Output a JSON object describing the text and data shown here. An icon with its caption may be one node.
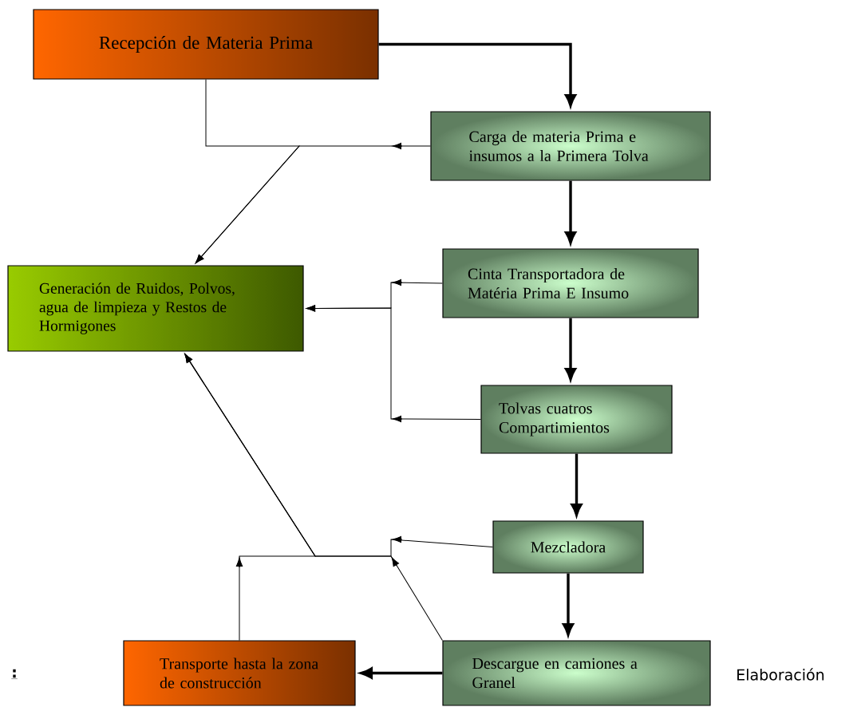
{
  "diagram": {
    "nodes": [
      {
        "text": [
          "Recepción de Materia Prima"
        ]
      },
      {
        "text": [
          "Carga de materia Prima e insumos a la Primera Tolva"
        ]
      },
      {
        "text": [
          "Cinta Transportadora de Matéria Prima E Insumo"
        ]
      },
      {
        "text": [
          "Tolvas cuatros Compartimientos"
        ]
      },
      {
        "text": [
          "Mezcladora"
        ]
      },
      {
        "text": [
          "Generación de Ruidos, Polvos, agua de limpieza y Restos de Hormigones"
        ]
      },
      {
        "text": [
          "Transporte hasta la zona de construcción"
        ]
      },
      {
        "text": [
          "Descargue en camiones  a Granel"
        ]
      }
    ],
    "edges": [
      {
        "from": 0,
        "to": 1,
        "arrow": "to",
        "style": "thick"
      },
      {
        "from": 1,
        "to": 2,
        "arrow": "to",
        "style": "thick"
      },
      {
        "from": 2,
        "to": 3,
        "arrow": "to",
        "style": "thick"
      },
      {
        "from": 3,
        "to": 4,
        "arrow": "to",
        "style": "thick"
      },
      {
        "from": 4,
        "to": 7,
        "arrow": "to",
        "style": "thick"
      },
      {
        "from": 7,
        "to": 6,
        "arrow": "to",
        "style": "thick"
      },
      {
        "from": 0,
        "to": 5,
        "arrow": "to"
      },
      {
        "from": 1,
        "to": 5,
        "arrow": "to"
      },
      {
        "from": 2,
        "to": 5,
        "arrow": "to"
      },
      {
        "from": 3,
        "to": 5,
        "arrow": "to"
      },
      {
        "from": 4,
        "to": 5,
        "arrow": "to"
      },
      {
        "from": 7,
        "to": 5,
        "arrow": "to"
      },
      {
        "from": 6,
        "to": 5,
        "arrow": "to"
      }
    ],
    "labels": [
      ":",
      "Elaboración"
    ]
  }
}
